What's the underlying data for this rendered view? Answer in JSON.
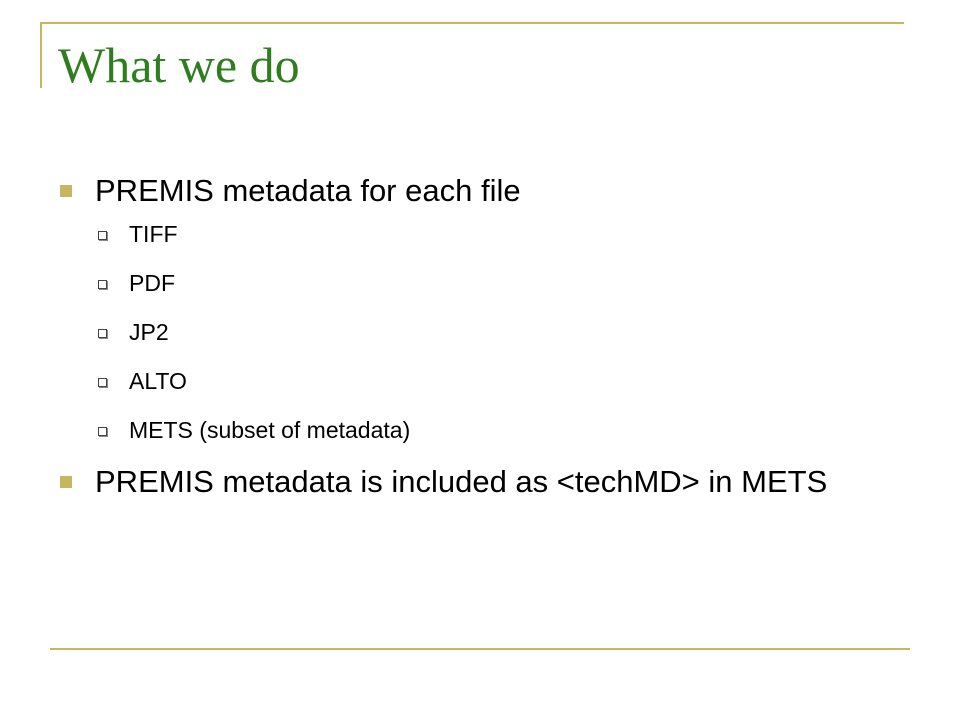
{
  "slide": {
    "title": "What we do",
    "bullets": [
      {
        "text": "PREMIS metadata for each file",
        "subitems": [
          "TIFF",
          "PDF",
          "JP2",
          "ALTO",
          "METS (subset of metadata)"
        ]
      },
      {
        "text": "PREMIS metadata is included as <techMD> in METS",
        "subitems": []
      }
    ]
  },
  "colors": {
    "title": "#2e7d1e",
    "accent": "#c8b560",
    "text": "#000000",
    "background": "#ffffff"
  },
  "icons": {
    "level1_bullet": "filled-square-bullet-icon",
    "level2_bullet": "hollow-square-bullet-icon"
  }
}
